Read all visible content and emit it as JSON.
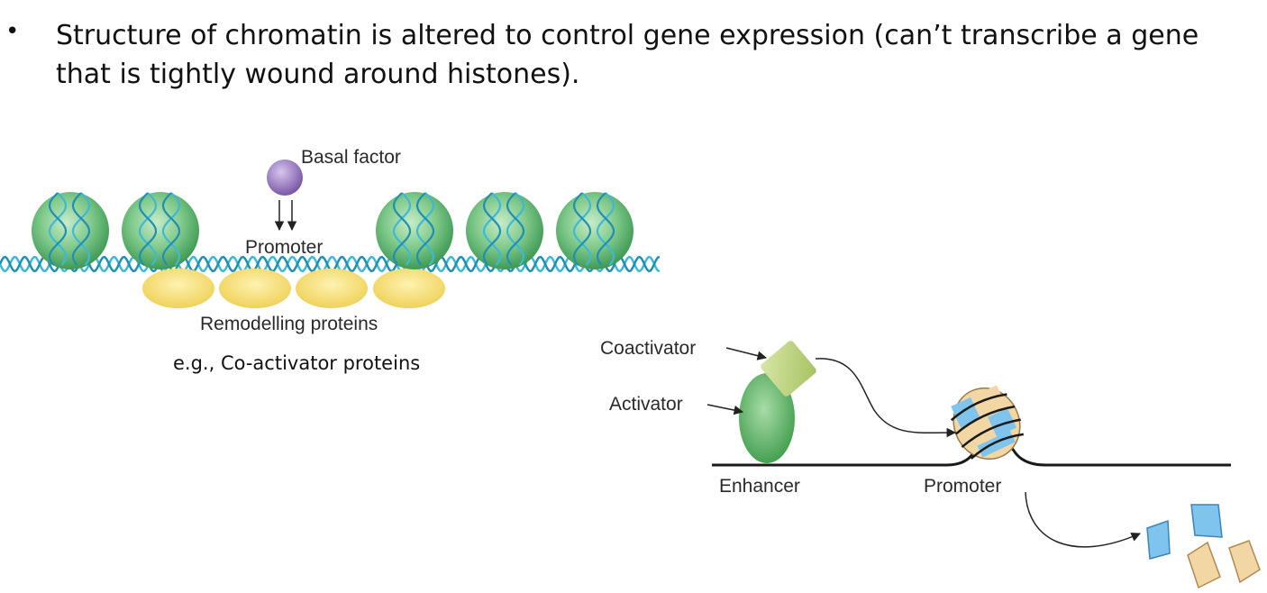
{
  "bullet": {
    "symbol": "•",
    "text": "Structure of chromatin is altered to control gene expression (can’t transcribe a gene that is tightly wound around histones)."
  },
  "left_panel": {
    "basal_factor_label": "Basal factor",
    "promoter_label": "Promoter",
    "remodelling_label": "Remodelling proteins",
    "example_label": "e.g., Co-activator proteins"
  },
  "right_panel": {
    "coactivator_label": "Coactivator",
    "activator_label": "Activator",
    "enhancer_label": "Enhancer",
    "promoter_label": "Promoter"
  },
  "colors": {
    "histone": "#7fc98a",
    "histone_dark": "#3f9a55",
    "dna": "#3fb8d8",
    "remodel": "#f4dc6a",
    "basal": "#8e6fb8",
    "activator": "#4fae5a",
    "coactivator": "#b9d27a",
    "nuc_blue": "#7fc4ec",
    "nuc_tan": "#f2d6a4"
  }
}
